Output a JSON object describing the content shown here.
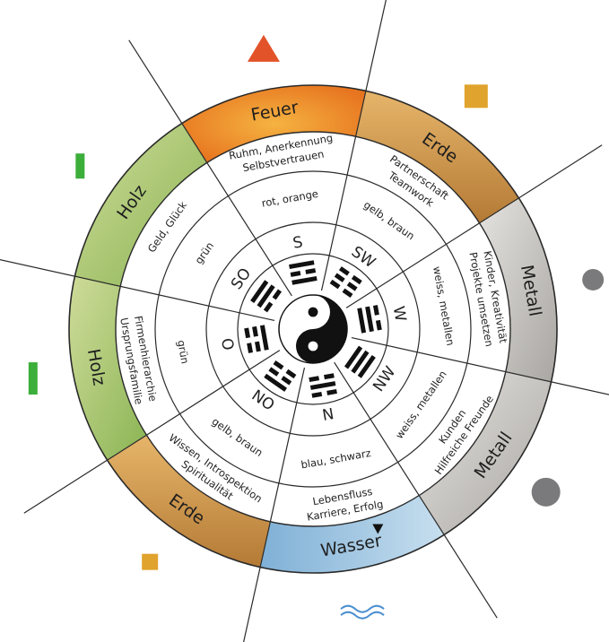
{
  "segments": [
    {
      "direction": "S",
      "element": "Feuer",
      "aspiration_line1": "Ruhm, Anerkennung",
      "aspiration_line2": "Selbstvertrauen",
      "colors": "rot, orange",
      "symbol": "red-triangle",
      "symbol_color": "#e2532a"
    },
    {
      "direction": "SW",
      "element": "Erde",
      "aspiration_line1": "Partnerschaft",
      "aspiration_line2": "Teamwork",
      "colors": "gelb, braun",
      "symbol": "yellow-square",
      "symbol_color": "#e0a32d"
    },
    {
      "direction": "W",
      "element": "Metall",
      "aspiration_line1": "Kinder, Kreativität",
      "aspiration_line2": "Projekte umsetzen",
      "colors": "weiss, metallen",
      "symbol": "gray-circle",
      "symbol_color": "#7a7a7c"
    },
    {
      "direction": "NW",
      "element": "Metall",
      "aspiration_line1": "Hilfreiche Freunde",
      "aspiration_line2": "Kunden",
      "colors": "weiss, metallen",
      "symbol": "gray-circle",
      "symbol_color": "#7a7a7c"
    },
    {
      "direction": "N",
      "element": "Wasser",
      "aspiration_line1": "Karriere, Erfolg",
      "aspiration_line2": "Lebensfluss",
      "colors": "blau, schwarz",
      "symbol": "blue-waves",
      "symbol_color": "#4a8fd0"
    },
    {
      "direction": "NO",
      "element": "Erde",
      "aspiration_line1": "Spiritualität",
      "aspiration_line2": "Wissen, Introspektion",
      "colors": "gelb, braun",
      "symbol": "yellow-square",
      "symbol_color": "#e0a32d"
    },
    {
      "direction": "O",
      "element": "Holz",
      "aspiration_line1": "Ursprungsfamilie",
      "aspiration_line2": "Firmenhierarchie",
      "colors": "grün",
      "symbol": "green-bar",
      "symbol_color": "#3cae3a"
    },
    {
      "direction": "SO",
      "element": "Holz",
      "aspiration_line1": "Geld, Glück",
      "aspiration_line2": "",
      "colors": "grün",
      "symbol": "green-bar",
      "symbol_color": "#3cae3a"
    }
  ],
  "center": {
    "symbol": "yin-yang-icon"
  },
  "palette": {
    "fire": "#f08a24",
    "earth": "#d9a04a",
    "metal": "#c9c7c4",
    "water": "#8fb7d8",
    "wood": "#a6c46a",
    "line": "#2a2a2a"
  }
}
